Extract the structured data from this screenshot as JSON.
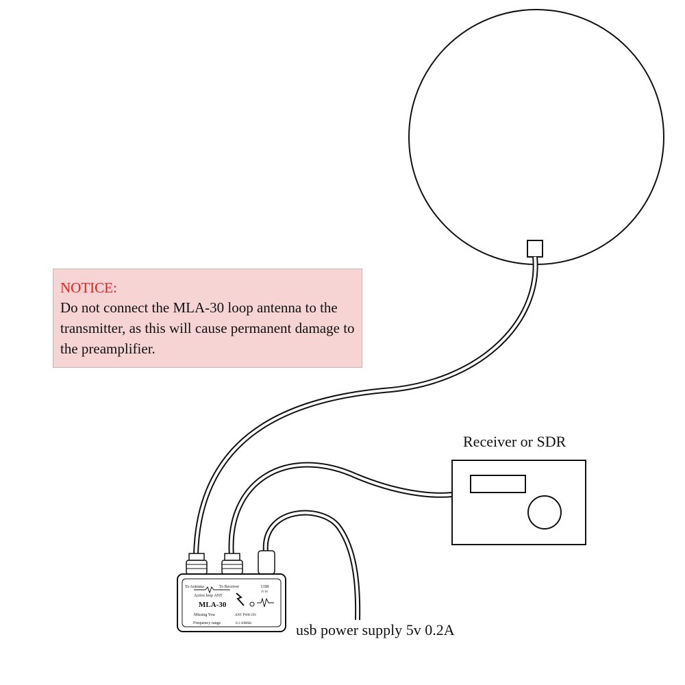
{
  "notice": {
    "title": "NOTICE:",
    "title_color": "#e8201c",
    "body": "Do not connect the MLA-30 loop antenna to the transmitter, as this will cause permanent damage to the preamplifier.",
    "box_color": "#f6d4d4"
  },
  "receiver": {
    "label": "Receiver or SDR"
  },
  "power": {
    "label": "usb power supply 5v 0.2A"
  },
  "module": {
    "ant_label": "To Antenna",
    "rx_label": "To Receiver",
    "usb_label": "USB",
    "usb_sub": "5V IN",
    "active_label": "Active loop ANT",
    "model": "MLA-30",
    "sub_label": "Missing You",
    "pwr_label": "ANT PWR ON",
    "freq_label": "Frequency range",
    "freq_value": "0.1-30MHz"
  }
}
